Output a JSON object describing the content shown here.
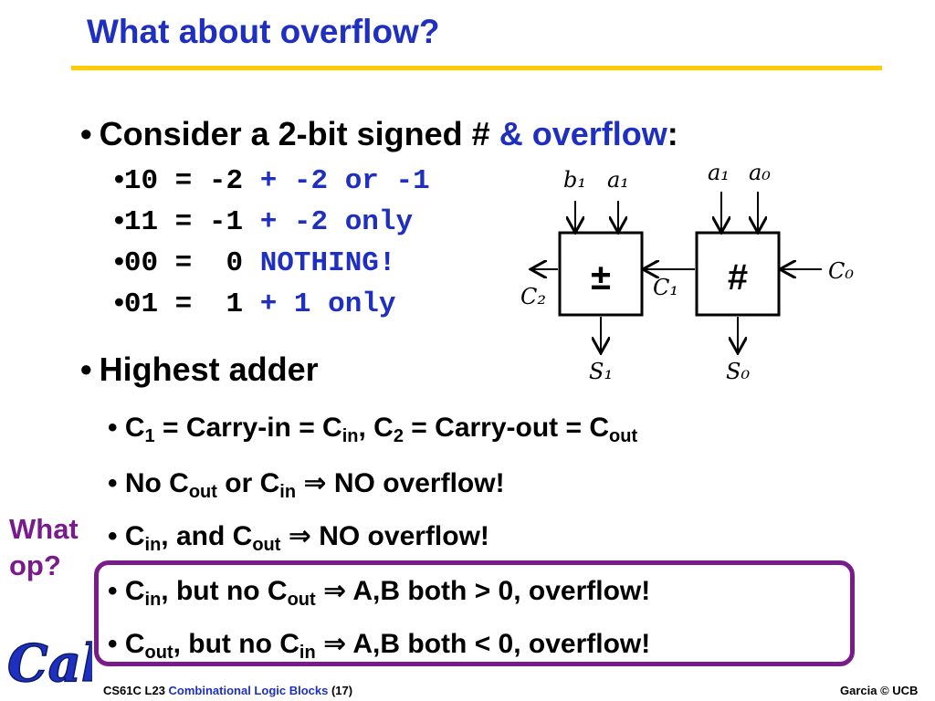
{
  "title": "What about overflow?",
  "bullet1": {
    "prefix": "Consider a 2-bit signed # ",
    "highlight": "& overflow",
    "suffix": ":"
  },
  "codes": [
    {
      "text": "10 = -2 ",
      "note": "+ -2 or -1"
    },
    {
      "text": "11 = -1 ",
      "note": "+ -2 only"
    },
    {
      "text": "00 =  0 ",
      "note": "NOTHING!"
    },
    {
      "text": "01 =  1 ",
      "note": "+ 1 only"
    }
  ],
  "bullet2": "Highest adder",
  "sub": {
    "l1": {
      "c": "C",
      "s1": "1",
      "eq1": " = Carry-in = C",
      "s2": "in",
      "mid": ", C",
      "s3": "2",
      "eq2": " = Carry-out = C",
      "s4": "out"
    },
    "l2": {
      "a": "No C",
      "s1": "out",
      "b": " or C",
      "s2": "in",
      "arrow": "⇒",
      "c": " NO overflow!"
    },
    "l3": {
      "a": "C",
      "s1": "in",
      "b": ", and C",
      "s2": "out",
      "arrow": "⇒",
      "c": " NO overflow!"
    },
    "l4": {
      "a": "C",
      "s1": "in",
      "b": ", but no C",
      "s2": "out",
      "arrow": "⇒",
      "c": " A,B both > 0, overflow!"
    },
    "l5": {
      "a": "C",
      "s1": "out",
      "b": ", but no C",
      "s2": "in",
      "arrow": "⇒",
      "c": " A,B both < 0, overflow!"
    }
  },
  "sidenote": {
    "line1": "What",
    "line2": "op?"
  },
  "diagram": {
    "left_box": "±",
    "right_box": "#",
    "in_b1": "b₁",
    "in_a1": "a₁",
    "in_a1b": "a₁",
    "in_a0": "a₀",
    "c0": "C₀",
    "c1": "C₁",
    "c2": "C₂",
    "s1": "S₁",
    "s0": "S₀"
  },
  "footer": {
    "course": "CS61C L23 ",
    "topic": "Combinational Logic Blocks",
    "page": " (17)",
    "right": "Garcia © UCB"
  },
  "logo_text": "Cal",
  "colors": {
    "title": "#1f2fbf",
    "accent": "#1f2fbf",
    "rule": "#ffcc00",
    "sidenote": "#7a1b8c"
  }
}
